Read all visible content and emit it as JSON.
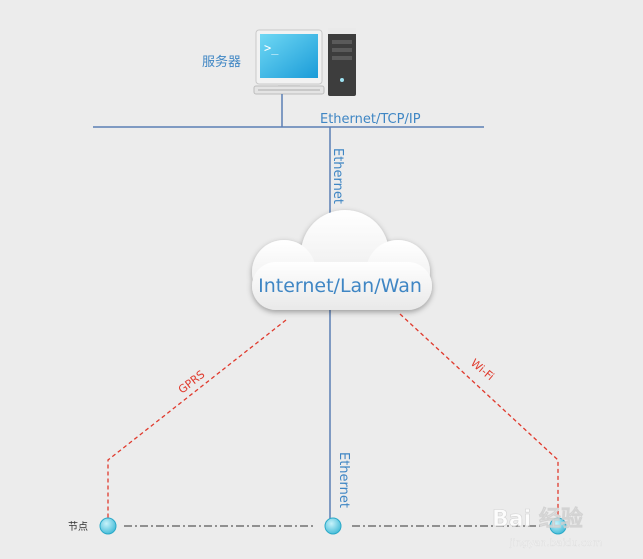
{
  "server": {
    "label": "服务器"
  },
  "bus": {
    "label": "Ethernet/TCP/IP"
  },
  "uplink": {
    "label": "Ethernet"
  },
  "cloud": {
    "label": "Internet/Lan/Wan"
  },
  "links": {
    "gprs": "GPRS",
    "ethernet": "Ethernet",
    "wifi": "Wi-Fi"
  },
  "nodes": {
    "label": "节点"
  },
  "watermark": {
    "text": "Bai 经验",
    "sub": "jingyan.baidu.com"
  },
  "colors": {
    "line_blue": "#5b7fb4",
    "text_blue": "#3f86c4",
    "link_red": "#e03a2d",
    "node_fill": "#63cde0"
  }
}
